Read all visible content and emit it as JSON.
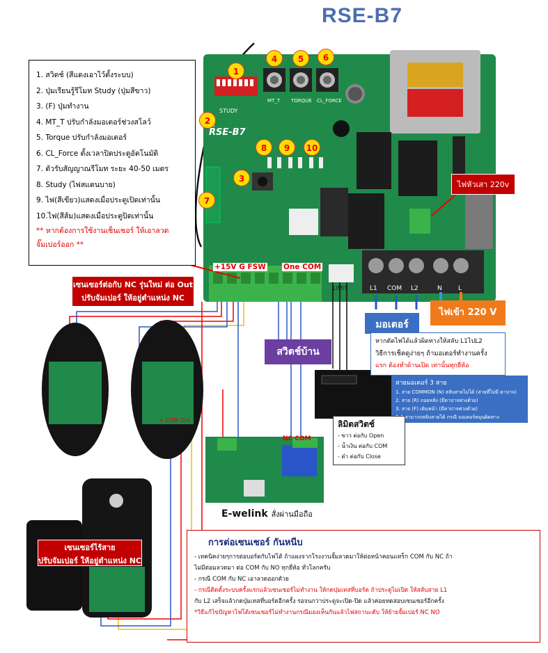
{
  "title": "RSE-B7",
  "legend": {
    "items": [
      "1. สวิตช์ (สีแดงเอาไว้ตั้งระบบ)",
      "2. ปุ่มเรียนรู้รีโมท Study (ปุ่มสีขาว)",
      "3. (F) ปุ่มทำงาน",
      "4. MT_T ปรับกำลังมอเตอร์ช่วงสโลว์",
      "5. Torque ปรับกำลังมอเตอร์",
      "6. CL_Force ตั้งเวลาปิดประตูอัตโนมัติ",
      "7. ตัวรับสัญญาณรีโมท ระยะ 40-50 เมตร",
      "8. Study (ไฟสแตนบาย)",
      "9. ไฟ(สีเขียว)แสดงเมื่อประตูเปิดเท่านั้น",
      "10.ไฟ(สีส้ม)แสดงเมื่อประตูปิดเท่านั้น"
    ],
    "warning_line1": "** หากต้องการใช้งานเซ็นเซอร์ ให้เอาลวด",
    "warning_line2": "จั๊มเปอร์ออก **"
  },
  "markers": [
    "1",
    "2",
    "3",
    "4",
    "5",
    "6",
    "7",
    "8",
    "9",
    "10"
  ],
  "board": {
    "model": "RSE-B7",
    "knob_labels": [
      "MT_T",
      "TORQUE",
      "CL_FORCE"
    ],
    "study_label": "STUDY",
    "terminal_left_labels": "+15V G FSW",
    "terminal_mid_labels": "One  COM",
    "limit_label": "LIMIT",
    "terminal_right_labels": [
      "L1",
      "COM",
      "L2",
      "N",
      "L"
    ]
  },
  "labels": {
    "pole_light": "ไฟหัวเสา 220v",
    "power_in": "ไฟเข้า 220 V",
    "motor": "มอเตอร์",
    "motor_note": [
      "หากตัดไฟได้แล้วผิดทางให้สลับ L1ไปL2",
      "วิธีการเช็คดูง่ายๆ ถ้ามอเตอร์ทำงานครั้ง",
      "แรก ต้องทำด้านเปิด เท่านั้นทุกยี่ห้อ"
    ],
    "motor_wires_title": "สายมอเตอร์ 3 สาย",
    "motor_wires": [
      "1. สาย COMMON (N) สลับสายไม่ได้ (สายที่ไม่มี ตาปาจ)",
      "2. สาย (R) ถอยหลัง (มีตาปาจพ่วงด้วย)",
      "3. สาย (F) เดินหน้า (มีตาปาจพ่วงด้วย)",
      "R F สามารถสลับสายได้ กรณี มอเตอร์หมุนผิดทาง"
    ],
    "sensor_nc": "เซนเซอร์ต่อกับ NC รุ่นใหม่ ต่อ Out",
    "sensor_nc2": "ปรับจัมเปอร์ ให้อยู่ตำแหน่ง NC",
    "home_switch": "สวิตช์บ้าน",
    "limit_switch_title": "ลิมิตสวิตช์",
    "limit_switch_items": [
      "- ขาว ต่อกับ Open",
      "- น้ำเงิน ต่อกับ COM",
      "- ดำ ต่อกับ Close"
    ],
    "nc_com": "NC COM",
    "com_out": "+ COM Out",
    "ewelink": "E-welink",
    "ewelink_sub": "สั่งผ่านมือถือ",
    "wireless_sensor1": "เซนเซอร์ไร้สาย",
    "wireless_sensor2": "ปรับจัมเปอร์ ให้อยู่ตำแหน่ง NC"
  },
  "sensor_note": {
    "title": "การต่อเซนเซอร์ กันหนีบ",
    "lines": [
      "- เทคนิคง่ายๆการต่อบอร์ดกับไฟโต้  ถ้าแผงจากโรงงานจั้มลวดมาให้ต่อหน้าคอนแทร็ก COM กับ NC ถ้า",
      "ไม่มีต่อมลวดมา ต่อ COM กับ NO ทุกยี่ห้อ ทั่วโลกครับ",
      "- กรณี COM กับ NC เอาลวดออกด้วย"
    ],
    "red_lines": [
      "- กรณีติดตั้งระบบครั้งแรกแล้วเซนเซอร์ไม่ทำงาน ให้กดปุ่มเทสที่บอร์ด ถ้าประตูไม่เปิด  ให้สลับสาย L1",
      "กับ L2 เสร็จแล้วกดปุ่มเทสที่บอร์ดอีกครั้ง รอจนกว่าประตูจะเปิด-ปิด แล้วค่อยทดสอบเซนเซอร์อีกครั้ง",
      "*วิธีแก้ไขปัญหาไฟโต้เซนเซอร์ไม่ทำงานกรณีมองเห็นกันแล้วไฟสถานะดับ  ให้ย้ายจั้มเปอร์ NC NO"
    ]
  },
  "colors": {
    "board": "#1f8a4a",
    "title": "#4a6fb0",
    "red_box": "#c20000",
    "blue_box": "#3b6fc4",
    "orange_box": "#f07a1a",
    "purple_box": "#6b3fa0"
  }
}
